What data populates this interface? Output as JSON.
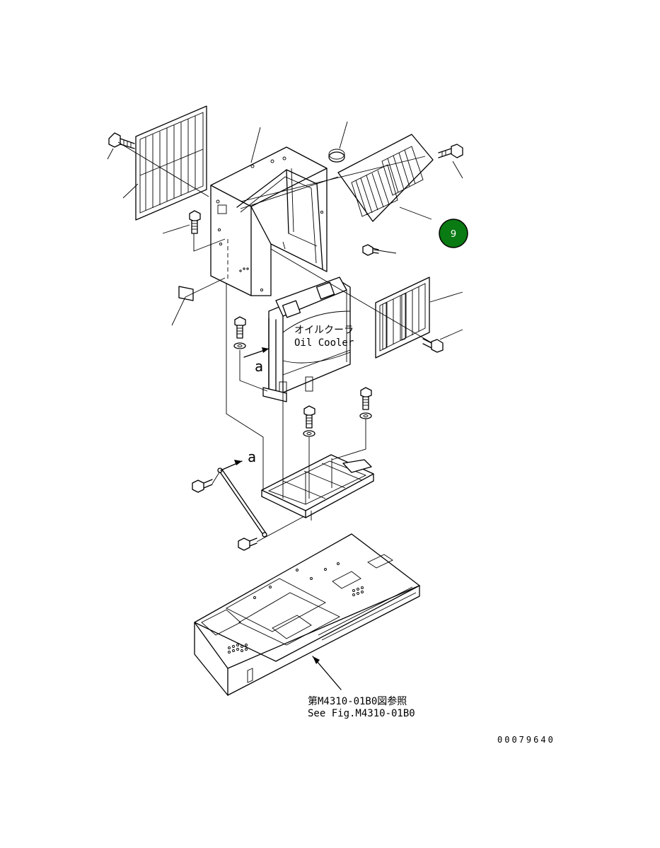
{
  "diagram": {
    "oil_cooler_jp": "オイルクーラ",
    "oil_cooler_en": "Oil Cooler",
    "arrow_a_upper": "a",
    "arrow_a_lower": "a",
    "see_fig_jp": "第M4310-01B0図参照",
    "see_fig_en": "See Fig.M4310-01B0",
    "drawing_number": "00079640",
    "callout_number": "9",
    "callout_color": "#0a7a12"
  }
}
